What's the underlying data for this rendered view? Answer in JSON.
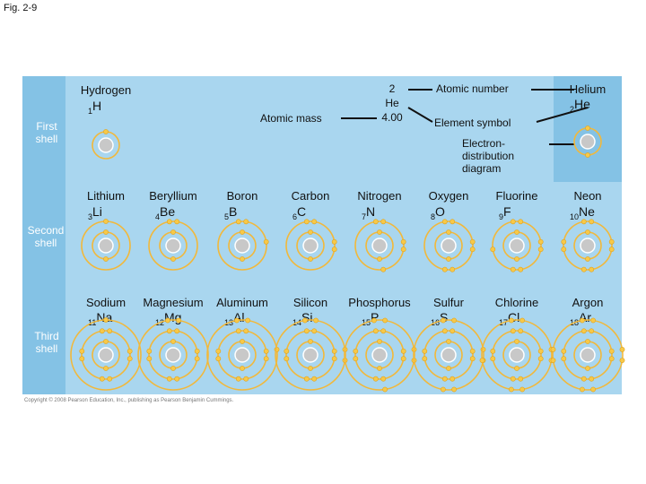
{
  "figure_label": "Fig. 2-9",
  "shells": [
    "First shell",
    "Second shell",
    "Third shell"
  ],
  "key": {
    "atomic_number": "2",
    "symbol": "He",
    "mass": "4.00",
    "label_atomic_number": "Atomic number",
    "label_atomic_mass": "Atomic mass",
    "label_element_symbol": "Element symbol",
    "label_diagram": "Electron-distribution diagram"
  },
  "elements": [
    {
      "name": "Hydrogen",
      "symbol": "H",
      "number": "1",
      "electrons": [
        1
      ]
    },
    {
      "name": "Helium",
      "symbol": "He",
      "number": "2",
      "electrons": [
        2
      ]
    },
    {
      "name": "Lithium",
      "symbol": "Li",
      "number": "3",
      "electrons": [
        2,
        1
      ]
    },
    {
      "name": "Beryllium",
      "symbol": "Be",
      "number": "4",
      "electrons": [
        2,
        2
      ]
    },
    {
      "name": "Boron",
      "symbol": "B",
      "number": "5",
      "electrons": [
        2,
        3
      ]
    },
    {
      "name": "Carbon",
      "symbol": "C",
      "number": "6",
      "electrons": [
        2,
        4
      ]
    },
    {
      "name": "Nitrogen",
      "symbol": "N",
      "number": "7",
      "electrons": [
        2,
        5
      ]
    },
    {
      "name": "Oxygen",
      "symbol": "O",
      "number": "8",
      "electrons": [
        2,
        6
      ]
    },
    {
      "name": "Fluorine",
      "symbol": "F",
      "number": "9",
      "electrons": [
        2,
        7
      ]
    },
    {
      "name": "Neon",
      "symbol": "Ne",
      "number": "10",
      "electrons": [
        2,
        8
      ]
    },
    {
      "name": "Sodium",
      "symbol": "Na",
      "number": "11",
      "electrons": [
        2,
        8,
        1
      ]
    },
    {
      "name": "Magnesium",
      "symbol": "Mg",
      "number": "12",
      "electrons": [
        2,
        8,
        2
      ]
    },
    {
      "name": "Aluminum",
      "symbol": "Al",
      "number": "13",
      "electrons": [
        2,
        8,
        3
      ]
    },
    {
      "name": "Silicon",
      "symbol": "Si",
      "number": "14",
      "electrons": [
        2,
        8,
        4
      ]
    },
    {
      "name": "Phosphorus",
      "symbol": "P",
      "number": "15",
      "electrons": [
        2,
        8,
        5
      ]
    },
    {
      "name": "Sulfur",
      "symbol": "S",
      "number": "16",
      "electrons": [
        2,
        8,
        6
      ]
    },
    {
      "name": "Chlorine",
      "symbol": "Cl",
      "number": "17",
      "electrons": [
        2,
        8,
        7
      ]
    },
    {
      "name": "Argon",
      "symbol": "Ar",
      "number": "18",
      "electrons": [
        2,
        8,
        8
      ]
    }
  ],
  "colors": {
    "panel": "#a9d6ef",
    "shell_band": "#84c2e5",
    "orbit": "#f2b83a",
    "electron": "#f7c948",
    "nucleus": "#c8c8c8"
  },
  "copyright": "Copyright © 2008 Pearson Education, Inc., publishing as Pearson Benjamin Cummings."
}
